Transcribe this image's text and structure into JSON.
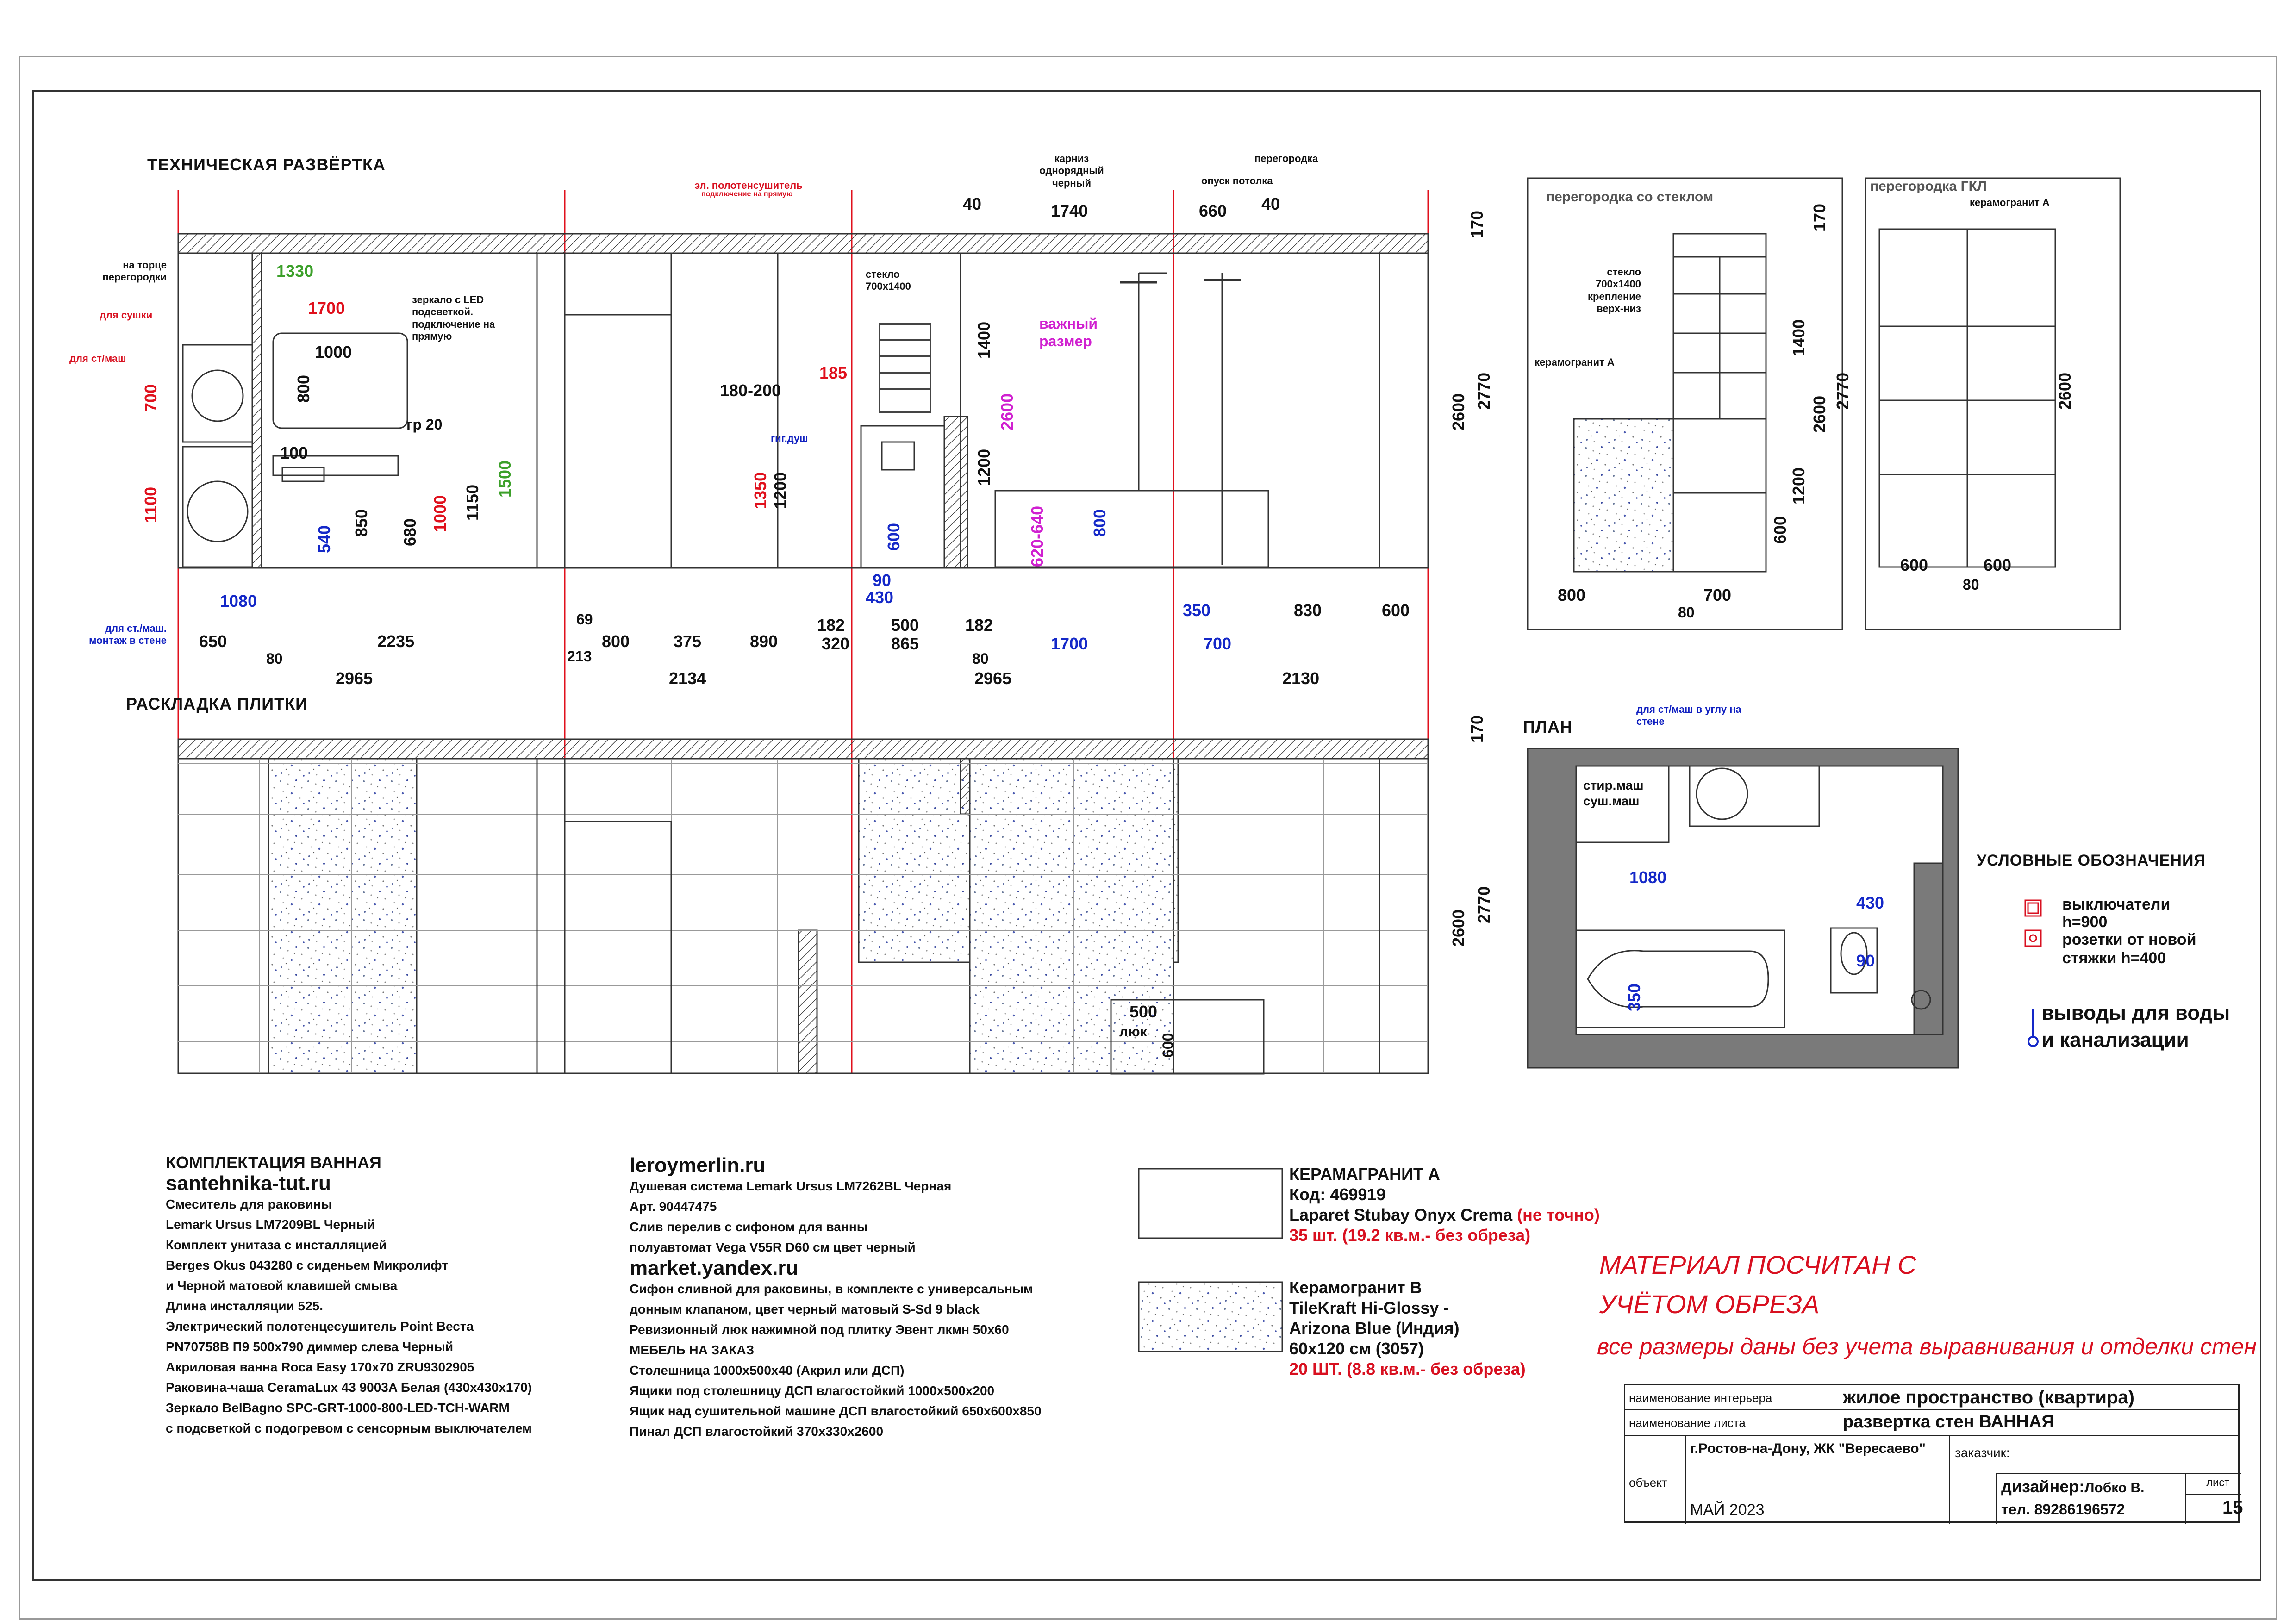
{
  "titles": {
    "tech": "ТЕХНИЧЕСКАЯ РАЗВЁРТКА",
    "tile": "РАСКЛАДКА ПЛИТКИ",
    "plan": "ПЛАН",
    "legend": "УСЛОВНЫЕ ОБОЗНАЧЕНИЯ",
    "partition_glass": "перегородка со стеклом",
    "partition_gkl": "перегородка ГКЛ"
  },
  "labels": {
    "na_torce": "на торце перегородки",
    "dlya_sushki": "для сушки",
    "dlya_stmash": "для ст/маш",
    "dlya_stmash_montazh": "для ст./маш. монтаж в стене",
    "zerkalo": "зеркало с LED подсветкой. подключение на прямую",
    "gr20": "гр 20",
    "el_polot": "эл. полотенсушитель",
    "el_polot_sub": "подключение на прямую",
    "gig_dush": "гиг.душ",
    "steklo": "стекло 700х1400",
    "vazhny": "важный размер",
    "karniz": "карниз однорядный черный",
    "opusk": "опуск потолка",
    "peregorodka": "перегородка",
    "steklo2": "стекло 700х1400 крепление верх-низ",
    "keram_a": "керамогранит А",
    "keram_a2": "керамогранит А",
    "lyuk": "люк",
    "plan_stmash": "для ст/маш в углу на стене",
    "plan_stir": "стир.маш суш.маш"
  },
  "dims": {
    "d1330": "1330",
    "d1700": "1700",
    "d1000": "1000",
    "d800": "800",
    "d700": "700",
    "d1100": "1100",
    "d100": "100",
    "d540": "540",
    "d850": "850",
    "d680": "680",
    "d1000b": "1000",
    "d1150": "1150",
    "d1500": "1500",
    "d1080": "1080",
    "d650": "650",
    "d80": "80",
    "d2235": "2235",
    "d2965": "2965",
    "d69": "69",
    "d213": "213",
    "d800b": "800",
    "d375": "375",
    "d890": "890",
    "d2134": "2134",
    "d180_200": "180-200",
    "d185": "185",
    "d1350": "1350",
    "d1200": "1200",
    "d600": "600",
    "d90": "90",
    "d430": "430",
    "d182": "182",
    "d320": "320",
    "d500": "500",
    "d865": "865",
    "d182b": "182",
    "d80b": "80",
    "d2965b": "2965",
    "d40": "40",
    "d1740": "1740",
    "d660": "660",
    "d40b": "40",
    "d1400": "1400",
    "d2600": "2600",
    "d1200b": "1200",
    "d620_640": "620-640",
    "d800c": "800",
    "d1700b": "1700",
    "d350": "350",
    "d700b": "700",
    "d830": "830",
    "d600b": "600",
    "d2130": "2130",
    "d170": "170",
    "d2600b": "2600",
    "d2770": "2770",
    "d170b": "170",
    "d2600c": "2600",
    "d2770b": "2770",
    "g170": "170",
    "g1400": "1400",
    "g2600": "2600",
    "g2770": "2770",
    "g1200": "1200",
    "g600": "600",
    "g800": "800",
    "g700": "700",
    "g80": "80",
    "k2600": "2600",
    "k600a": "600",
    "k600b": "600",
    "k80": "80",
    "t500": "500",
    "t600": "600",
    "p1080": "1080",
    "p430": "430",
    "p90": "90",
    "p350": "350"
  },
  "legend": {
    "switch": "выключатели h=900",
    "socket": "розетки от новой стяжки h=400",
    "water": "выводы для воды и канализации"
  },
  "spec_left": {
    "title": "КОМПЛЕКТАЦИЯ ВАННАЯ",
    "site": "santehnika-tut.ru",
    "lines": [
      "Смеситель для раковины",
      "Lemark Ursus LM7209BL Черный",
      "Комплект унитаза с инсталляцией",
      "Berges Okus 043280 с сиденьем Микролифт",
      "и Черной матовой клавишей смыва",
      "Длина инсталляции 525.",
      "Электрический полотенцесушитель Point Веста",
      "PN70758B П9 500x790 диммер слева Черный",
      "Акриловая ванна Roca Easy 170х70 ZRU9302905",
      "Раковина-чаша CeramaLux 43 9003A Белая (430x430x170)",
      "Зеркало BelBagno SPC-GRT-1000-800-LED-TCH-WARM",
      "с подсветкой с подогревом с сенсорным выключателем"
    ]
  },
  "spec_mid": {
    "site1": "leroymerlin.ru",
    "lines1": [
      "Душевая система Lemark Ursus LM7262BL Черная",
      "Арт. 90447475",
      "Слив перелив с сифоном для ванны",
      "полуавтомат Vega V55R D60 см цвет черный"
    ],
    "site2": "market.yandex.ru",
    "lines2": [
      "Сифон сливной для раковины, в комплекте с универсальным",
      "донным клапаном, цвет черный матовый S-Sd 9 black",
      "Ревизионный люк нажимной под плитку Эвент лкмн 50х60",
      "МЕБЕЛЬ НА ЗАКАЗ",
      "Столешница 1000х500х40 (Акрил или ДСП)",
      "Ящики под столешницу ДСП влагостойкий 1000х500х200",
      "Ящик над сушительной машине  ДСП влагостойкий 650х600х850",
      "Пинал ДСП влагостойкий 370х330х2600"
    ]
  },
  "material_a": {
    "title": "КЕРАМАГРАНИТ А",
    "code": "Код: 469919",
    "name": "Laparet Stubay Onyx Crema",
    "name_note": "(не точно)",
    "qty": "35 шт. (19.2 кв.м.- без обреза)"
  },
  "material_b": {
    "title": "Керамогранит В",
    "l1": "TileKraft Hi-Glossy -",
    "l2": "Arizona Blue (Индия)",
    "l3": "60х120 см (3057)",
    "qty": "20 ШТ.  (8.8 кв.м.- без обреза)"
  },
  "notes": {
    "n1": "МАТЕРИАЛ ПОСЧИТАН С",
    "n2": "УЧЁТОМ ОБРЕЗА",
    "n3": "все размеры даны без учета  выравнивания и отделки стен"
  },
  "stamp": {
    "k_interior": "наименование интерьера",
    "v_interior": "жилое пространство (квартира)",
    "k_sheet": "наименование листа",
    "v_sheet": "развертка стен ВАННАЯ",
    "k_object": "объект",
    "v_object": "г.Ростов-на-Дону, ЖК \"Вересаево\"",
    "k_client": "заказчик:",
    "k_designer": "дизайнер:",
    "v_designer": "Лобко В.",
    "v_phone": "тел. 89286196572",
    "k_list": "лист",
    "v_list": "15",
    "date": "МАЙ 2023"
  },
  "colors": {
    "red": "#e0101c",
    "blue": "#1428c8",
    "green": "#3ca02a",
    "magenta": "#d020d0",
    "plan_gray": "#7a7a7a"
  }
}
